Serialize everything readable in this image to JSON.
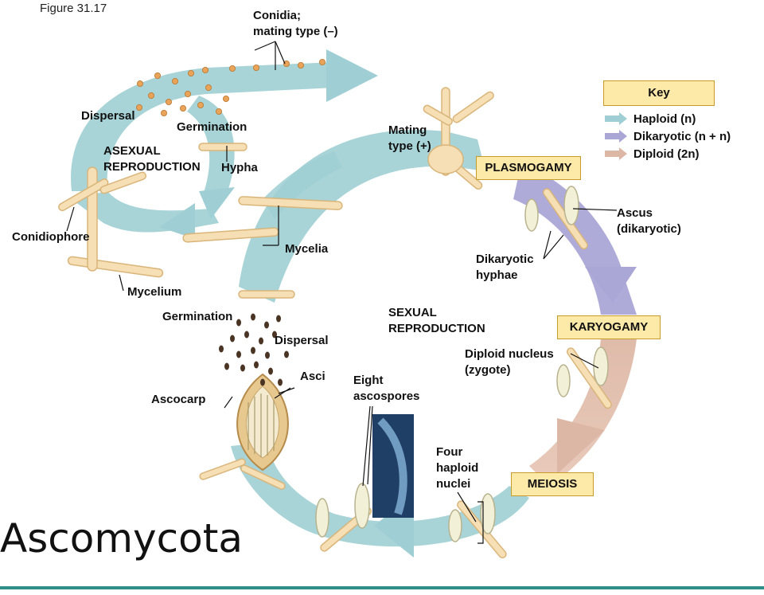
{
  "figure_label": "Figure 31.17",
  "slide_title": "Ascomycota",
  "key": {
    "title": "Key",
    "items": [
      {
        "label": "Haploid (n)",
        "color": "#9fcfd4"
      },
      {
        "label": "Dikaryotic (n + n)",
        "color": "#aaa6d6"
      },
      {
        "label": "Diploid (2n)",
        "color": "#ddb7a5"
      }
    ]
  },
  "stage_boxes": {
    "plasmogamy": "PLASMOGAMY",
    "karyogamy": "KARYOGAMY",
    "meiosis": "MEIOSIS"
  },
  "labels": {
    "conidia": "Conidia;\nmating type (–)",
    "dispersal_top": "Dispersal",
    "germination_top": "Germination",
    "asexual": "ASEXUAL\nREPRODUCTION",
    "hypha": "Hypha",
    "mating_type": "Mating\ntype (+)",
    "conidiophore": "Conidiophore",
    "mycelia": "Mycelia",
    "mycelium": "Mycelium",
    "germination_bottom": "Germination",
    "dispersal_bottom": "Dispersal",
    "ascocarp": "Ascocarp",
    "asci": "Asci",
    "eight_ascospores": "Eight\nascospores",
    "sexual": "SEXUAL\nREPRODUCTION",
    "ascus": "Ascus\n(dikaryotic)",
    "dikaryotic_hyphae": "Dikaryotic\nhyphae",
    "diploid_nucleus": "Diploid nucleus\n(zygote)",
    "four_haploid": "Four\nhaploid\nnuclei"
  },
  "colors": {
    "haploid": "#9fcfd4",
    "dikaryotic": "#aaa6d6",
    "diploid": "#ddb7a5",
    "hypha": "#f6dfb4",
    "hypha_edge": "#d9b57a",
    "spore": "#e9a45a",
    "dark_spore": "#4a3424",
    "box_fill": "#fde9a8",
    "box_edge": "#c79a2b"
  }
}
